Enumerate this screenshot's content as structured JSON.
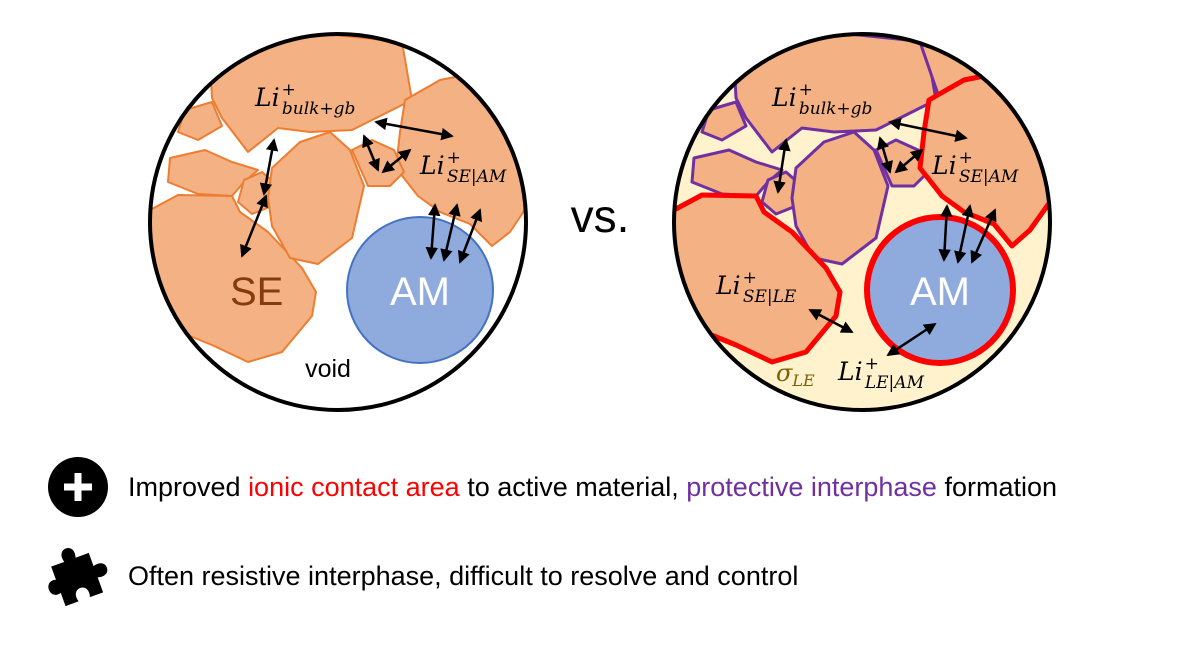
{
  "left_panel": {
    "se_label": "SE",
    "am_label": "AM",
    "void_label": "void",
    "li_bulk": {
      "base": "Li",
      "sup": "+",
      "sub": "bulk+gb"
    },
    "li_se_am": {
      "base": "Li",
      "sup": "+",
      "sub": "SE|AM"
    }
  },
  "vs_label": "vs.",
  "right_panel": {
    "am_label": "AM",
    "li_bulk": {
      "base": "Li",
      "sup": "+",
      "sub": "bulk+gb"
    },
    "li_se_am": {
      "base": "Li",
      "sup": "+",
      "sub": "SE|AM"
    },
    "li_se_le": {
      "base": "Li",
      "sup": "+",
      "sub": "SE|LE"
    },
    "li_le_am": {
      "base": "Li",
      "sup": "+",
      "sub": "LE|AM"
    },
    "sigma_le": {
      "base": "σ",
      "sub": "LE"
    }
  },
  "legend": {
    "pro": {
      "icon": "plus-circle-icon",
      "part1": "Improved ",
      "highlight1": "ionic contact area",
      "part2": " to active material, ",
      "highlight2": "protective interphase",
      "part3": " formation"
    },
    "con": {
      "icon": "puzzle-piece-icon",
      "text": "Often resistive interphase, difficult to resolve and control"
    }
  },
  "colors": {
    "se_fill": "#f4b183",
    "se_stroke": "#ed7d31",
    "am_fill": "#8faadc",
    "am_stroke": "#4472c4",
    "le_fill": "#fff2cc",
    "interphase_red": "#ff0000",
    "interphase_purple": "#7030a0",
    "se_label": "#843c0c",
    "sigma_color": "#7f6000"
  }
}
